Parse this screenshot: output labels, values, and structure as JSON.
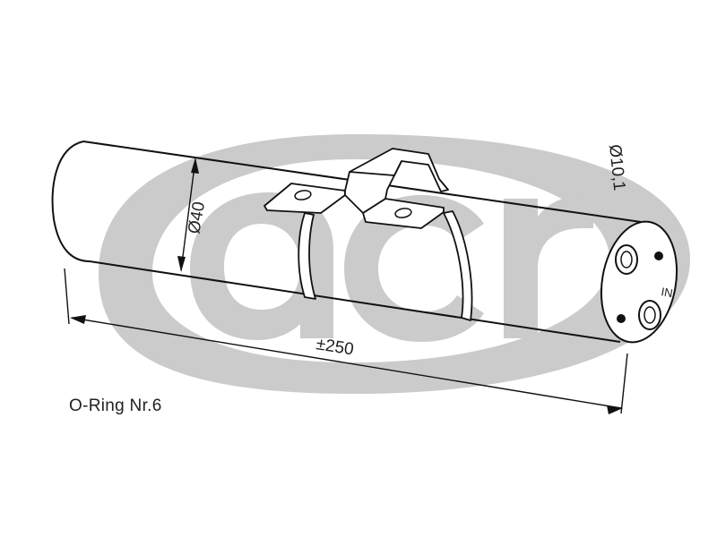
{
  "diagram": {
    "dimensions": {
      "length": "±250",
      "body_diameter": "Ø40",
      "port_diameter": "Ø10,1"
    },
    "port_label": "IN",
    "caption": "O-Ring Nr.6"
  },
  "watermark": {
    "text": "acr",
    "kind": "logo",
    "color": "#cbcbcb"
  },
  "colors": {
    "line": "#111111",
    "body_fill": "#ffffff",
    "watermark": "#cbcbcb"
  }
}
